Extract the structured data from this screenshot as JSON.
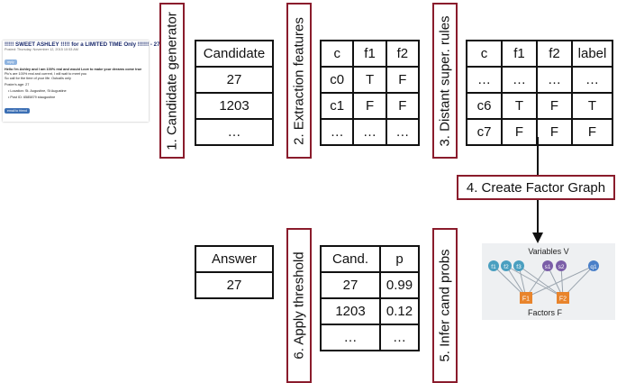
{
  "ad": {
    "title": "!!!!! SWEET ASHLEY !!!!! for a LIMITED TIME Only !!!!!! - 27",
    "posted": "Posted: Thursday, November 12, 2015 10:53 AM",
    "tag": "reply",
    "line1": "Hello I'm Ashley and I am 100% real and would Love to make your dreams come true",
    "line2": "Pic's are 100% real and current, I will wait to meet you",
    "line3": "So call                for the time of your life. Outcalls only",
    "age": "Poster's age: 27",
    "location": "• Location: St. Augustine, St Augustine",
    "postid": "• Post ID: 6585879 staugustine",
    "button": "email to friend"
  },
  "steps": {
    "s1": "1. Candidate generator",
    "s2": "2. Extraction features",
    "s3": "3. Distant super. rules",
    "s4": "4. Create Factor Graph",
    "s5": "5. Infer cand probs",
    "s6": "6. Apply threshold"
  },
  "candidates": {
    "header": "Candidate",
    "rows": [
      "27",
      "1203",
      "…"
    ]
  },
  "features": {
    "headers": [
      "c",
      "f1",
      "f2"
    ],
    "rows": [
      [
        "c0",
        "T",
        "F"
      ],
      [
        "c1",
        "F",
        "F"
      ],
      [
        "…",
        "…",
        "…"
      ]
    ]
  },
  "labels": {
    "headers": [
      "c",
      "f1",
      "f2",
      "label"
    ],
    "rows": [
      [
        "…",
        "…",
        "…",
        "…"
      ],
      [
        "c6",
        "T",
        "F",
        "T"
      ],
      [
        "c7",
        "F",
        "F",
        "F"
      ]
    ]
  },
  "probs": {
    "headers": [
      "Cand.",
      "p"
    ],
    "rows": [
      [
        "27",
        "0.99"
      ],
      [
        "1203",
        "0.12"
      ],
      [
        "…",
        "…"
      ]
    ]
  },
  "answer": {
    "header": "Answer",
    "value": "27"
  },
  "factor_graph": {
    "variables_label": "Variables V",
    "factors_label": "Factors F",
    "variables": [
      "f1",
      "f2",
      "f3",
      "s1",
      "s2",
      "q1"
    ],
    "factors": [
      "F1",
      "F2"
    ],
    "colors": {
      "f": "#4a9fc0",
      "s": "#7b5ea8",
      "q": "#4a7fc8",
      "factor": "#e8842c",
      "edge": "#9aa4ae",
      "panel": "#eef0f2"
    }
  }
}
